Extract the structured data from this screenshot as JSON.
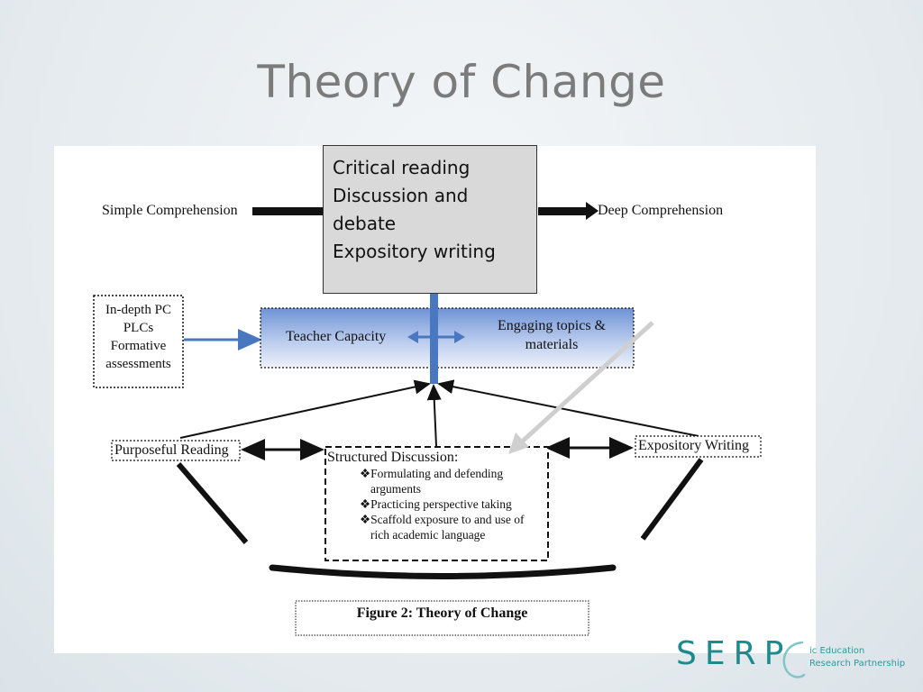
{
  "slide": {
    "title": "Theory of Change"
  },
  "callout": {
    "lines": [
      "Critical reading",
      "Discussion and",
      "debate",
      "Expository writing"
    ]
  },
  "diagram": {
    "simple_comprehension": "Simple Comprehension",
    "deep_comprehension": "Deep Comprehension",
    "supports_box": [
      "In-depth PC",
      "PLCs",
      "Formative",
      "assessments"
    ],
    "teacher_capacity": "Teacher Capacity",
    "engaging_topics": [
      "Engaging topics &",
      "materials"
    ],
    "purposeful_reading": "Purposeful Reading",
    "expository_writing": "Expository Writing",
    "structured_discussion": {
      "heading": "Structured Discussion:",
      "bullets": [
        [
          "Formulating and defending",
          "arguments"
        ],
        [
          "Practicing perspective taking"
        ],
        [
          "Scaffold exposure to and use of",
          "rich academic language"
        ]
      ]
    },
    "caption": "Figure 2: Theory of Change"
  },
  "logo": {
    "mark": "SERP",
    "text_lines": [
      "ic Education",
      "Research Partnership"
    ]
  },
  "colors": {
    "title": "#7b7b7b",
    "band_blue": "#6f93d6",
    "vertical_blue": "#4a78c0",
    "callout_fill": "#d9d9d9",
    "logo_teal": "#1d8b8d"
  }
}
